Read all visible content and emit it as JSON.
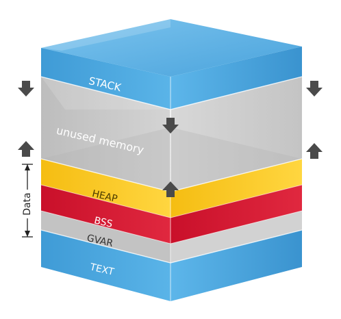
{
  "diagram": {
    "layers": {
      "stack": "STACK",
      "unused": "unused memory",
      "heap": "HEAP",
      "bss": "BSS",
      "gvar": "GVAR",
      "text": "TEXT"
    },
    "bracket_label": "Data",
    "colors": {
      "blue": "#4aa8e0",
      "blue_dark": "#2e84c2",
      "yellow": "#f7c61a",
      "red": "#d3172f",
      "gray": "#c9c9c9",
      "arrow": "#4a4a4a"
    },
    "arrows": {
      "left_side": [
        "down-arrow",
        "up-arrow"
      ],
      "center": [
        "down-arrow",
        "up-arrow"
      ],
      "right_side": [
        "down-arrow",
        "up-arrow"
      ]
    }
  }
}
